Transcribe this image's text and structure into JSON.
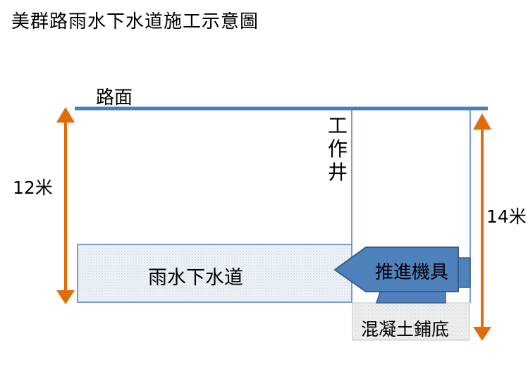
{
  "title": "美群路雨水下水道施工示意圖",
  "labels": {
    "road_surface": "路面",
    "work_shaft": "工作井",
    "sewer": "雨水下水道",
    "jacking_machine": "推進機具",
    "concrete_base": "混凝土鋪底",
    "depth_left": "12米",
    "depth_right": "14米"
  },
  "colors": {
    "road": "#4a7ebb",
    "arrow": "#e36c0a",
    "machine_fill": "#4f81bd",
    "machine_stroke": "#385d8a",
    "outline": "#4a7ebb"
  }
}
